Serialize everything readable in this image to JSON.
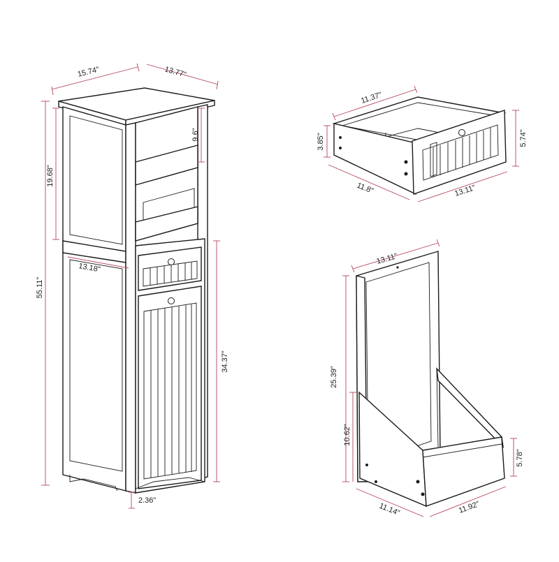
{
  "colors": {
    "line": "#1a1a1a",
    "dimension": "#b5455a",
    "background": "#ffffff"
  },
  "cabinet": {
    "width": "15.74\"",
    "depth": "13.77\"",
    "upper_height": "19.68\"",
    "total_height": "55.11\"",
    "shelf_gap": "9.6\"",
    "inner_width": "13.18\"",
    "lower_height": "34.37\"",
    "leg_height": "2.36\""
  },
  "drawer": {
    "depth": "11.37\"",
    "height": "3.85\"",
    "front_height": "5.74\"",
    "side_length": "11.8\"",
    "front_width": "13.11\""
  },
  "hamper": {
    "width": "13.11\"",
    "height": "25.39\"",
    "side_height": "10.62\"",
    "front_height": "5.78\"",
    "side_depth": "11.14\"",
    "front_width": "11.92\""
  }
}
